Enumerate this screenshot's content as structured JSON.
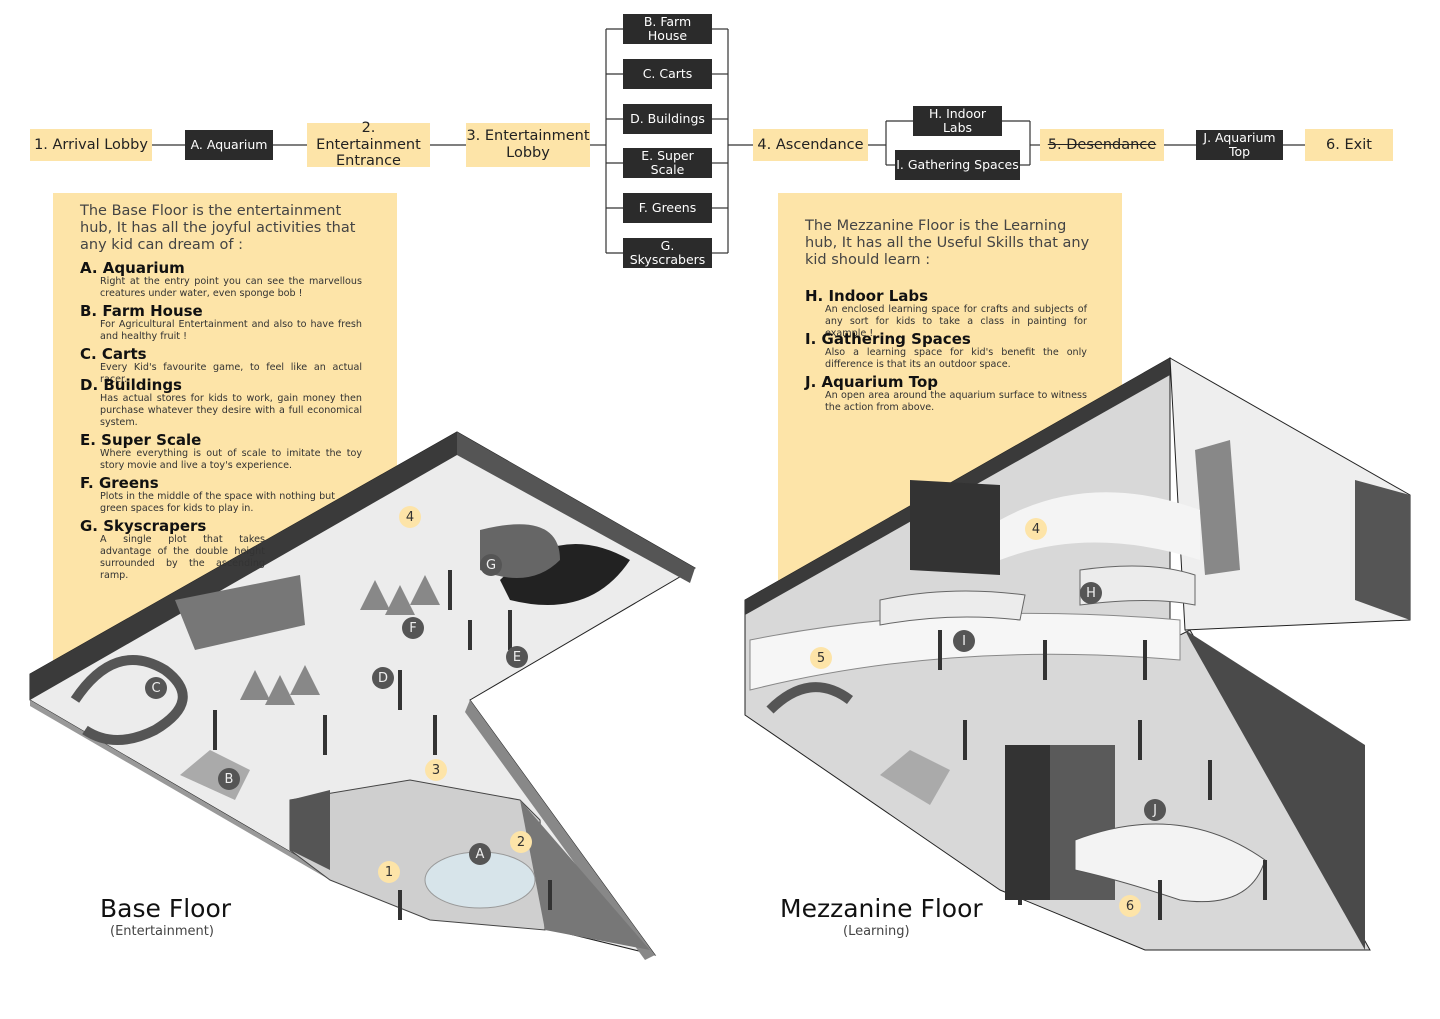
{
  "flow": {
    "arrival": "1. Arrival Lobby",
    "aquarium": "A. Aquarium",
    "ent_entrance": "2. Entertainment Entrance",
    "ent_lobby": "3. Entertainment Lobby",
    "farm_house": "B. Farm House",
    "carts": "C. Carts",
    "buildings": "D. Buildings",
    "super_scale": "E. Super Scale",
    "greens": "F. Greens",
    "skyscrapers": "G. Skyscrabers",
    "ascendance": "4. Ascendance",
    "indoor_labs": "H. Indoor Labs",
    "gathering": "I. Gathering Spaces",
    "desendance": "5. Desendance",
    "aquarium_top": "J. Aquarium Top",
    "exit": "6. Exit"
  },
  "base": {
    "intro": "The Base Floor is the entertainment hub, It has all the joyful activities that any kid can dream of :",
    "items": [
      {
        "title": "A. Aquarium",
        "desc": "Right at the entry point you can see the marvellous creatures under water, even sponge bob !"
      },
      {
        "title": "B. Farm House",
        "desc": "For Agricultural Entertainment and also to have fresh and healthy fruit !"
      },
      {
        "title": "C. Carts",
        "desc": "Every Kid's favourite game, to feel like an actual racer."
      },
      {
        "title": "D. Buildings",
        "desc": "Has actual stores for kids to work, gain money then purchase whatever they desire with a full economical system."
      },
      {
        "title": "E. Super Scale",
        "desc": "Where everything is out of scale to imitate the toy story movie and live a toy's experience."
      },
      {
        "title": "F. Greens",
        "desc": "Plots in the middle of the space with nothing but green spaces for kids to play in."
      },
      {
        "title": "G. Skyscrapers",
        "desc": "A single plot that takes advantage of the double height surrounded by the ascending ramp."
      }
    ],
    "floor_title": "Base Floor",
    "floor_sub": "(Entertainment)"
  },
  "mezz": {
    "intro": "The Mezzanine Floor is the Learning hub, It has all the Useful Skills that any kid should learn :",
    "items": [
      {
        "title": "H. Indoor Labs",
        "desc": "An enclosed learning space for crafts and subjects of any sort for kids to take a class in painting for example !"
      },
      {
        "title": "I. Gathering Spaces",
        "desc": "Also a learning space for kid's benefit the only difference is that its an outdoor space."
      },
      {
        "title": "J. Aquarium Top",
        "desc": "An open area around the aquarium surface to witness the action from above."
      }
    ],
    "floor_title": "Mezzanine Floor",
    "floor_sub": "(Learning)"
  },
  "markers": {
    "base": {
      "n1": "1",
      "n2": "2",
      "n3": "3",
      "n4": "4",
      "A": "A",
      "B": "B",
      "C": "C",
      "D": "D",
      "E": "E",
      "F": "F",
      "G": "G"
    },
    "mezz": {
      "n4": "4",
      "n5": "5",
      "n6": "6",
      "H": "H",
      "I": "I",
      "J": "J"
    }
  },
  "colors": {
    "accent": "#fde4a8",
    "dark": "#2b2b2b"
  }
}
